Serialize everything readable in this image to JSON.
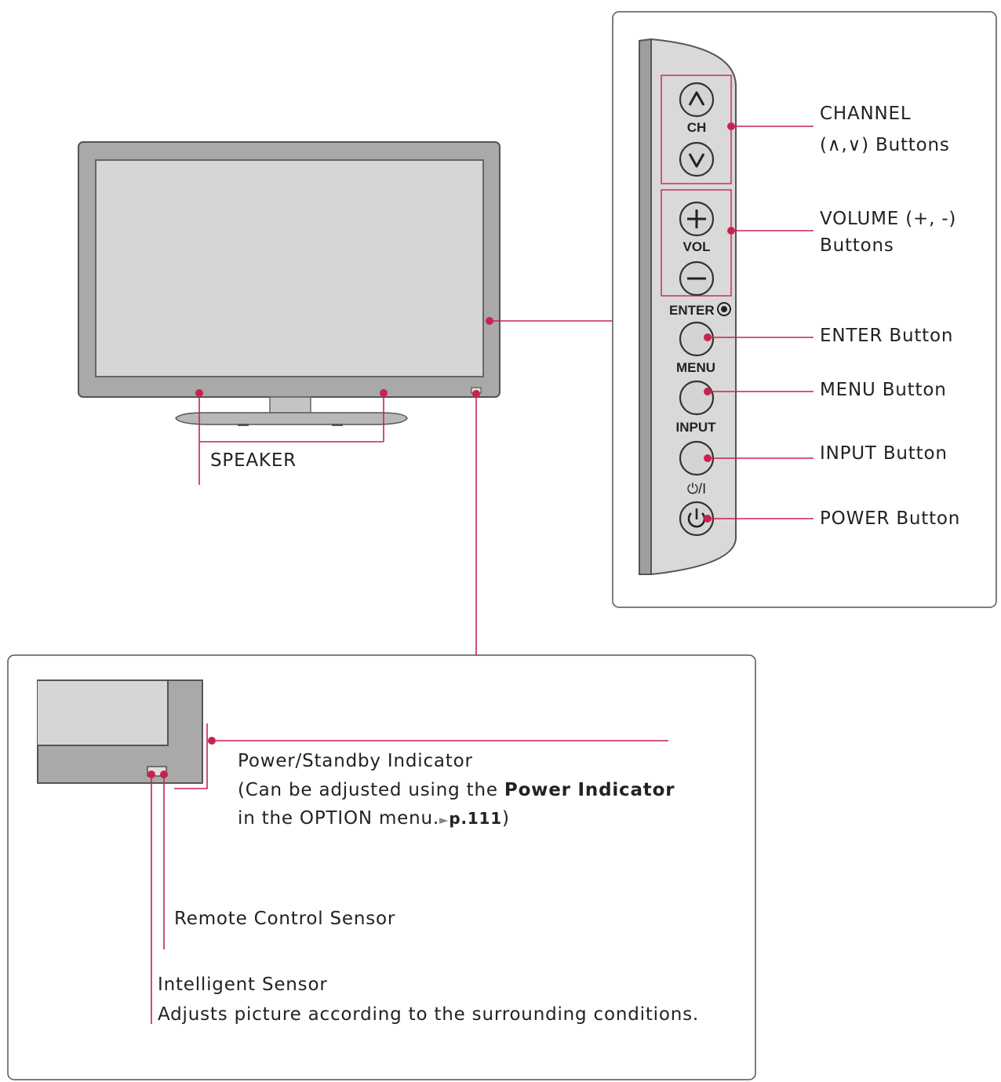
{
  "callouts": {
    "channel_line1": "CHANNEL",
    "channel_line2": "(∧,∨) Buttons",
    "volume_line1": "VOLUME (+, -)",
    "volume_line2": "Buttons",
    "enter": "ENTER Button",
    "menu": "MENU Button",
    "input": "INPUT Button",
    "power": "POWER Button",
    "speaker": "SPEAKER"
  },
  "panel_labels": {
    "ch": "CH",
    "vol": "VOL",
    "enter": "ENTER",
    "menu": "MENU",
    "input": "INPUT",
    "power": "⏻/I"
  },
  "detail": {
    "power_indicator_title": "Power/Standby Indicator",
    "power_indicator_note_pre": "(Can be adjusted using the ",
    "power_indicator_note_bold": "Power Indicator",
    "power_indicator_note_line2_pre": "in the OPTION menu.",
    "power_indicator_note_arrow": "►",
    "power_indicator_note_page": "p.111",
    "power_indicator_note_close": ")",
    "remote_sensor": "Remote Control Sensor",
    "intelligent_sensor_title": "Intelligent Sensor",
    "intelligent_sensor_desc": "Adjusts picture according to the surrounding conditions."
  },
  "colors": {
    "callout": "#c8234f",
    "bezel": "#a8a8a8",
    "screen": "#d4d4d4"
  }
}
